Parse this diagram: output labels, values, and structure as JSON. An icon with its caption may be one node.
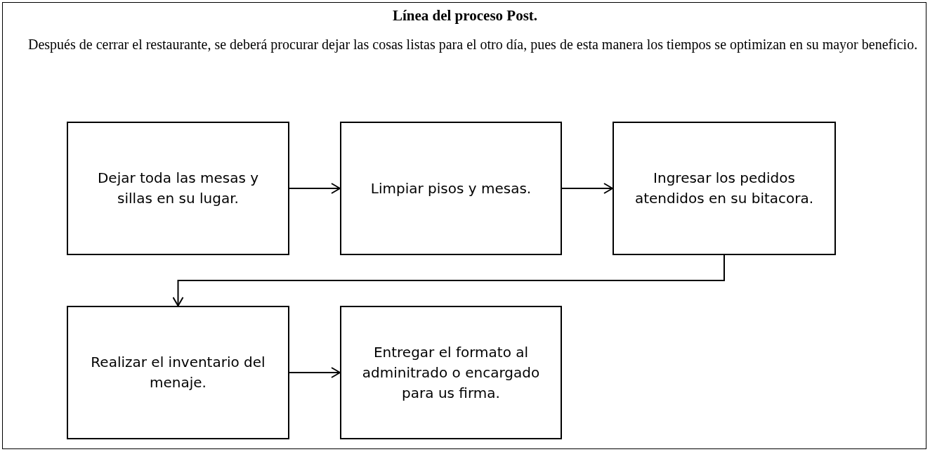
{
  "diagram": {
    "title": "Línea del proceso Post.",
    "nodes": [
      {
        "text": [
          "Dejar toda las mesas y sillas en su lugar."
        ]
      },
      {
        "text": [
          "Limpiar pisos y mesas."
        ]
      },
      {
        "text": [
          "Ingresar los pedidos atendidos en su bitacora."
        ]
      },
      {
        "text": [
          "Realizar el inventario del menaje."
        ]
      },
      {
        "text": [
          "Entregar el formato al adminitrado o encargado para us firma."
        ]
      }
    ],
    "edges": [
      {
        "from": 0,
        "to": 1,
        "arrow": "to"
      },
      {
        "from": 1,
        "to": 2,
        "arrow": "to"
      },
      {
        "from": 2,
        "to": 3,
        "arrow": "to"
      },
      {
        "from": 3,
        "to": 4,
        "arrow": "to"
      }
    ],
    "labels": [
      "Después de cerrar el restaurante, se deberá procurar dejar las cosas listas para el otro día, pues de esta manera los tiempos se optimizan en su mayor beneficio."
    ]
  }
}
